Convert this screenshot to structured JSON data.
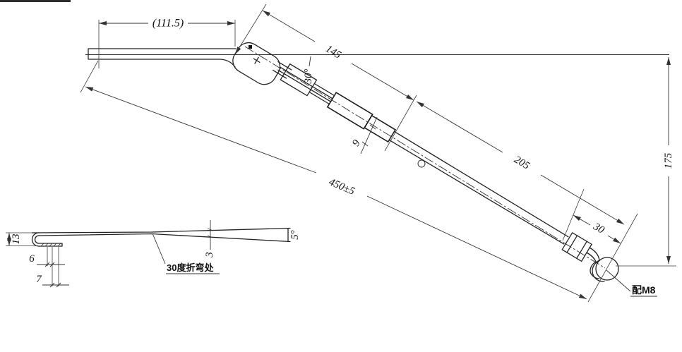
{
  "drawing": {
    "background": "#ffffff",
    "line_color": "#222222",
    "dim_color": "#333333",
    "views": {
      "main": {
        "description": "wiper arm assembly side elevation",
        "dims": {
          "tail": "(111.5)",
          "head_section": "145",
          "rod_section": "205",
          "drop_height": "175",
          "overall_length": "450±5",
          "hook_section": "30",
          "bar_width": "9",
          "head_angle": "30°"
        },
        "note_fit": "配M8"
      },
      "side": {
        "description": "tail hook profile view",
        "dims": {
          "hook_height": "13",
          "hook_gap_inner": "6",
          "hook_gap_outer": "7",
          "strip_thickness": "3",
          "tip_angle": "5°"
        },
        "note_bend": "30度折弯处"
      }
    }
  }
}
